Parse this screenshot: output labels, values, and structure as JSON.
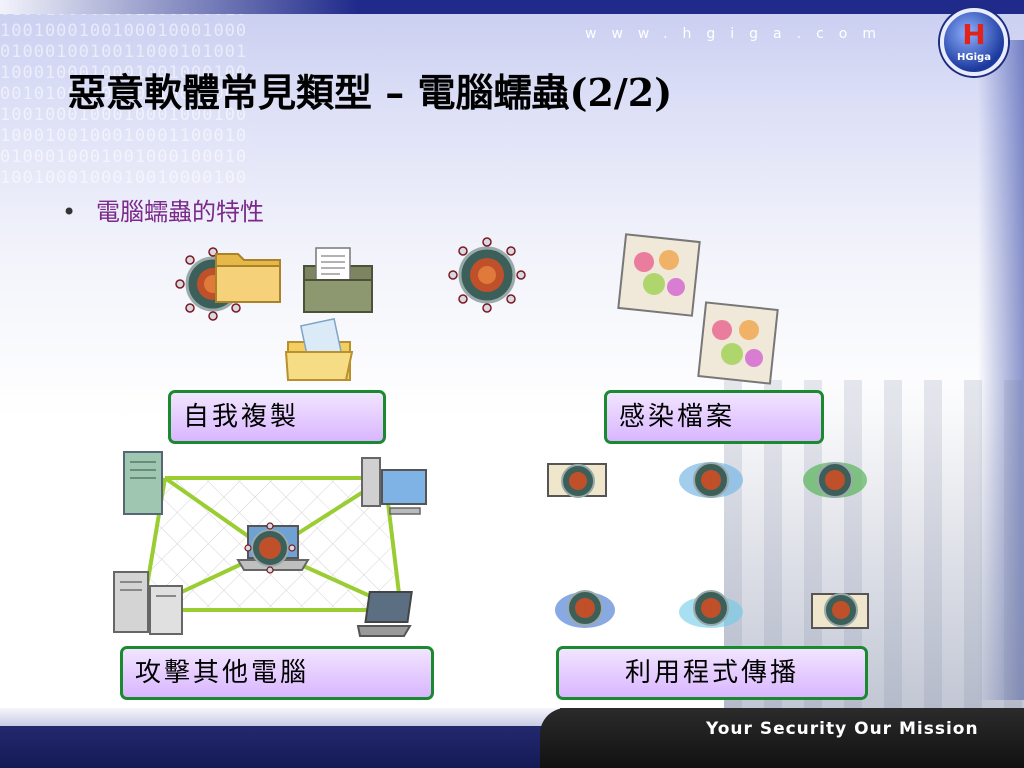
{
  "header": {
    "site_url": "www.hgiga.com",
    "logo_text": "HGiga",
    "title": "惡意軟體常見類型 – 電腦蠕蟲(2/2)"
  },
  "bullet": {
    "text": "電腦蠕蟲的特性"
  },
  "boxes": {
    "self_replicate": "自我複製",
    "infect_files": "感染檔案",
    "attack_computers": "攻擊其他電腦",
    "exploit_programs": "利用程式傳播"
  },
  "footer": {
    "slogan": "Your Security Our Mission"
  },
  "colors": {
    "box_border": "#1a8a2e",
    "box_fill": "#d9b6ff",
    "bullet_text": "#7b2a8a",
    "network_line": "#9acd32"
  },
  "icons": [
    "virus-icon",
    "folder-icon",
    "document-folder-icon",
    "server-icon",
    "desktop-computer-icon",
    "laptop-icon",
    "file-icon"
  ]
}
